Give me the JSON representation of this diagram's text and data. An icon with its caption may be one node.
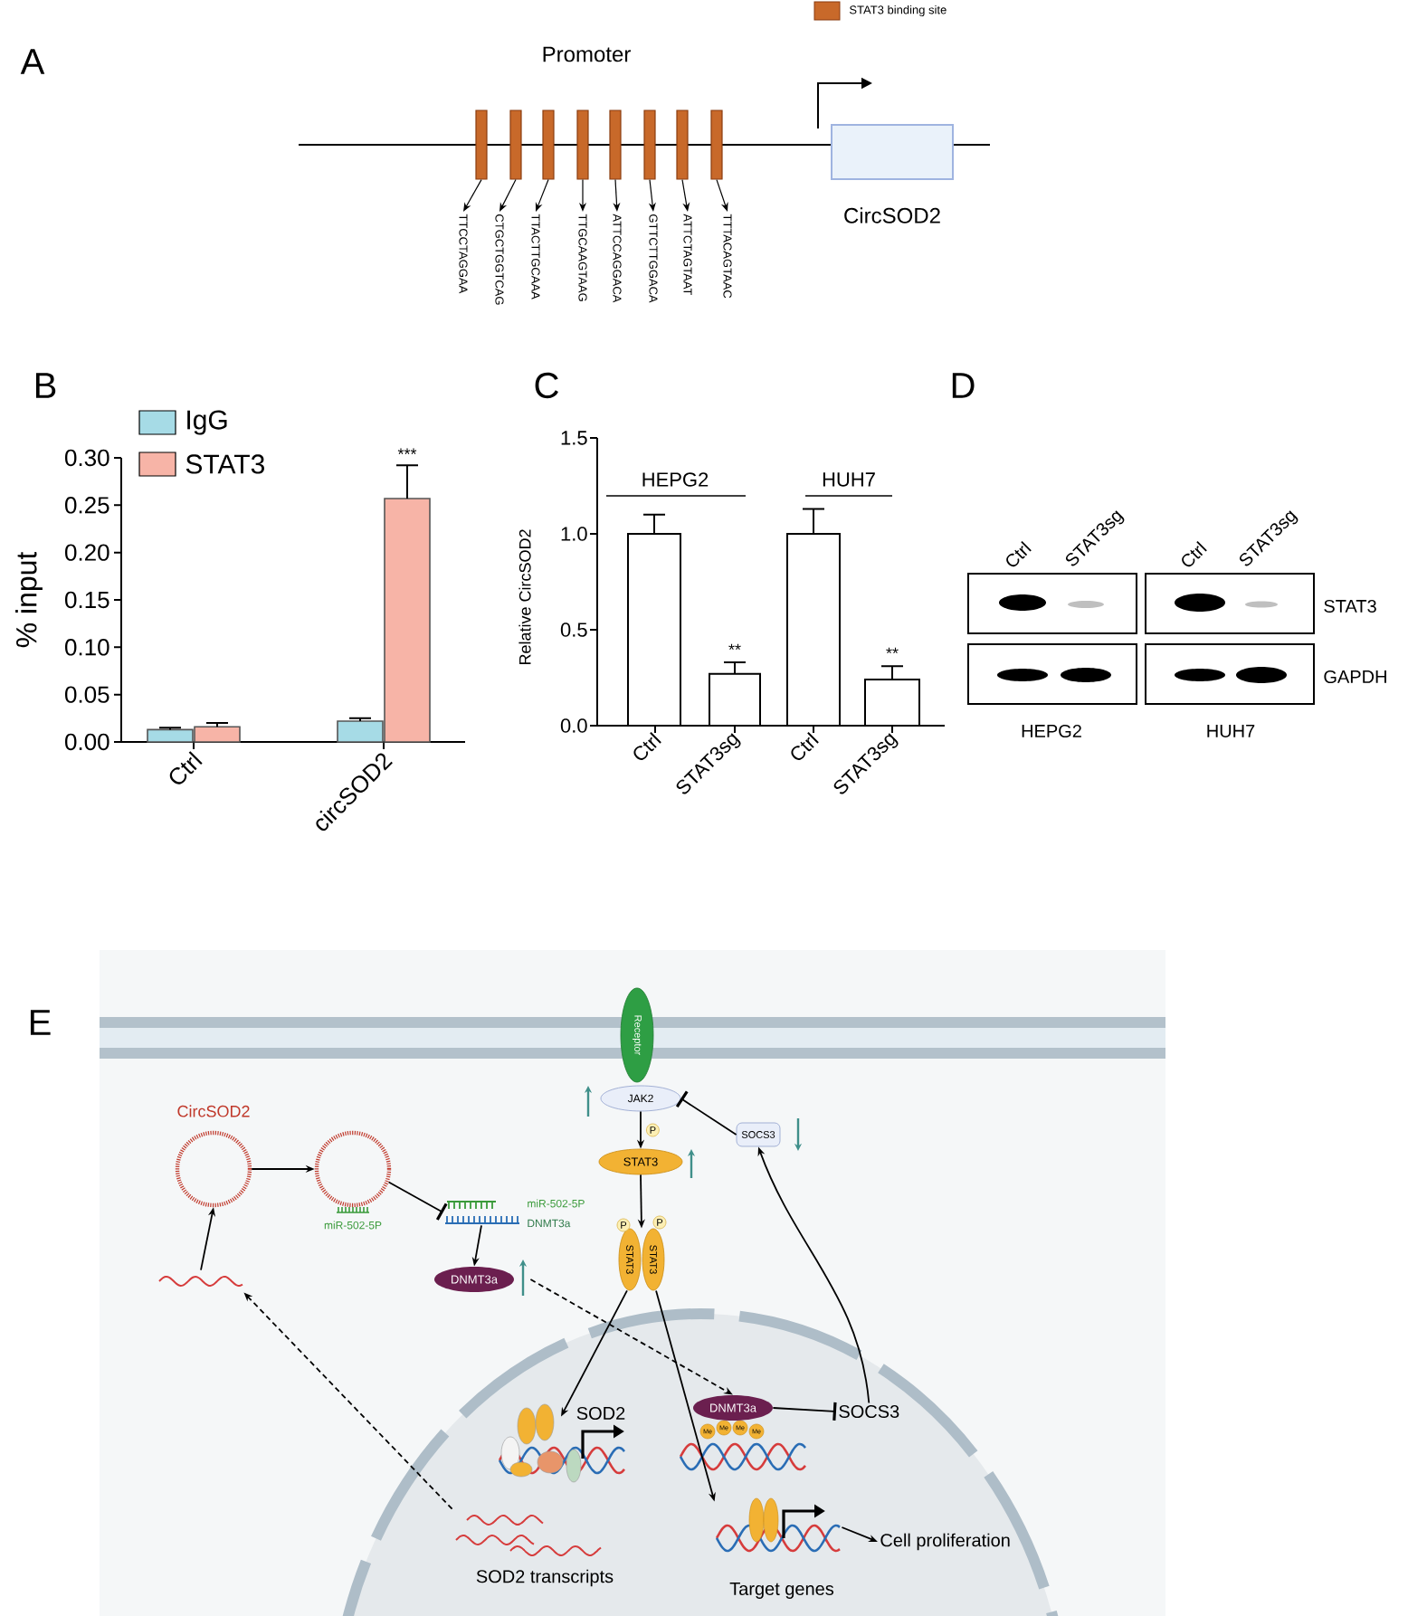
{
  "diagram": {
    "nodes": [
      {
        "text": [],
        "shape": "bar"
      },
      {
        "text": [],
        "shape": "bar"
      },
      {
        "text": [],
        "shape": "bar"
      },
      {
        "text": [],
        "shape": "bar"
      },
      {
        "text": [],
        "shape": "bar"
      },
      {
        "text": [],
        "shape": "bar"
      },
      {
        "text": [],
        "shape": "bar"
      },
      {
        "text": [],
        "shape": "bar"
      },
      {
        "text": [
          "TTCCTAGGAA"
        ]
      },
      {
        "text": [
          "CTGCTGGTCAG"
        ]
      },
      {
        "text": [
          "TTACTTGCAAA"
        ]
      },
      {
        "text": [
          "TTGCAAGTAAG"
        ]
      },
      {
        "text": [
          "ATTCCAGGACA"
        ]
      },
      {
        "text": [
          "GTTCTTGGACA"
        ]
      },
      {
        "text": [
          "ATTCTAGTAAT"
        ]
      },
      {
        "text": [
          "TTTACAGTAAC"
        ]
      },
      {
        "text": [
          "CircSOD2"
        ]
      },
      {
        "text": [
          "CircSOD2"
        ]
      },
      {
        "text": [
          "miR-502-5P"
        ]
      },
      {
        "text": [
          "miR-502-5P",
          "DNMT3a"
        ]
      },
      {
        "text": [
          "DNMT3a"
        ]
      },
      {
        "text": [],
        "shape": "picture"
      },
      {
        "text": [
          "Receptor"
        ]
      },
      {
        "text": [
          "JAK2"
        ]
      },
      {
        "text": [
          "SOCS3"
        ]
      },
      {
        "text": [
          "STAT3"
        ]
      },
      {
        "text": [
          "STAT3",
          "STAT3",
          "P",
          "P"
        ]
      },
      {
        "text": [
          "SOD2"
        ]
      },
      {
        "text": [
          "DNMT3a"
        ],
        "beside": [
          "Me",
          "Me",
          "Me",
          "Me"
        ]
      },
      {
        "text": [
          "SOCS3"
        ]
      },
      {
        "text": [
          "SOD2 transcripts"
        ]
      },
      {
        "text": [
          "Target genes"
        ]
      },
      {
        "text": [
          "Cell proliferation"
        ]
      }
    ],
    "edges": [
      {
        "from": 0,
        "to": 8,
        "arrow": "to"
      },
      {
        "from": 1,
        "to": 9,
        "arrow": "to"
      },
      {
        "from": 2,
        "to": 10,
        "arrow": "to"
      },
      {
        "from": 3,
        "to": 11,
        "arrow": "to"
      },
      {
        "from": 4,
        "to": 12,
        "arrow": "to"
      },
      {
        "from": 5,
        "to": 13,
        "arrow": "to"
      },
      {
        "from": 6,
        "to": 14,
        "arrow": "to"
      },
      {
        "from": 7,
        "to": 15,
        "arrow": "to"
      },
      {
        "from": 21,
        "to": 17,
        "arrow": "to"
      },
      {
        "from": 17,
        "to": 18,
        "arrow": "to"
      },
      {
        "from": 18,
        "to": 19,
        "arrow": "other"
      },
      {
        "from": 19,
        "to": 20,
        "arrow": "to"
      },
      {
        "from": 20,
        "to": 28,
        "arrow": "to",
        "style": "dashed"
      },
      {
        "from": 23,
        "to": 25,
        "arrow": "to",
        "label": "P"
      },
      {
        "from": 25,
        "to": 26,
        "arrow": "to"
      },
      {
        "from": 26,
        "to": 27,
        "arrow": "to"
      },
      {
        "from": 26,
        "to": 31,
        "arrow": "to"
      },
      {
        "from": 28,
        "to": 29,
        "arrow": "other"
      },
      {
        "from": 29,
        "to": 24,
        "arrow": "to"
      },
      {
        "from": 24,
        "to": 23,
        "arrow": "other"
      },
      {
        "from": 30,
        "to": 21,
        "arrow": "to",
        "style": "dashed"
      },
      {
        "from": 31,
        "to": 32,
        "arrow": "to"
      }
    ],
    "labels": [
      "A",
      "Promoter",
      "B",
      "C",
      "1.5",
      "1.0",
      "0.5",
      "0.0",
      "Relative CircSOD2",
      "HEPG2",
      "HUH7",
      "**",
      "**",
      "Ctrl",
      "STAT3sg",
      "Ctrl",
      "STAT3sg",
      "D",
      "Ctrl",
      "STAT3sg",
      "Ctrl",
      "STAT3sg",
      "STAT3",
      "GAPDH",
      "HEPG2",
      "HUH7",
      "E"
    ],
    "legend": [
      {
        "text": "STAT3 binding site",
        "color": "#c8692a"
      }
    ],
    "chart_data": {
      "type": "bar",
      "ylabel": "% input",
      "categories": [
        "Ctrl",
        "circSOD2"
      ],
      "series": [
        {
          "name": "IgG",
          "color": "#a6dbe6",
          "values": [
            0.013,
            0.022
          ]
        },
        {
          "name": "STAT3",
          "color": "#f7b4a7",
          "values": [
            0.016,
            0.257
          ]
        }
      ],
      "ylim": [
        0,
        0.3
      ],
      "yticks": [
        {
          "value": 0,
          "label": "0.00"
        },
        {
          "value": 0.05,
          "label": "0.05"
        },
        {
          "value": 0.1,
          "label": "0.10"
        },
        {
          "value": 0.15,
          "label": "0.15"
        },
        {
          "value": 0.2,
          "label": "0.20"
        },
        {
          "value": 0.25,
          "label": "0.25"
        },
        {
          "value": 0.3,
          "label": "0.30"
        }
      ],
      "legend": "upper left",
      "annotations": [
        "***"
      ]
    }
  }
}
